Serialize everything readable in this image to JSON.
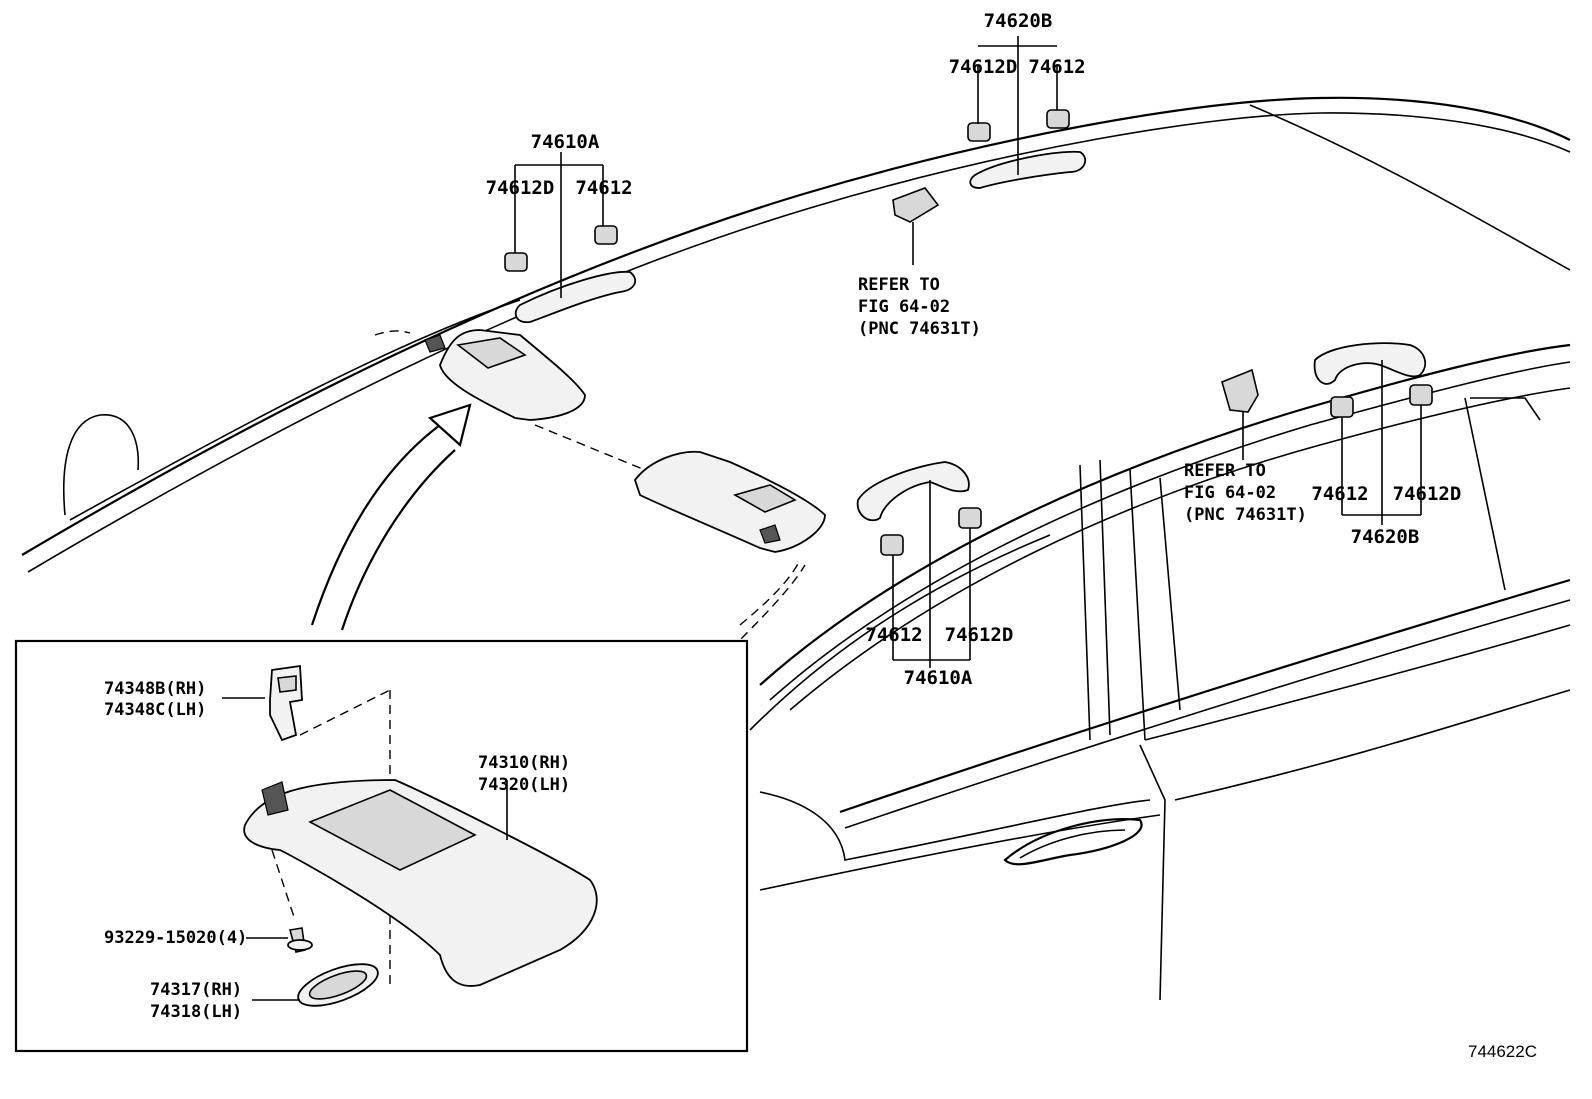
{
  "labels": {
    "top_handle_pnc": "74620B",
    "top_handle_clip_d": "74612D",
    "top_handle_clip": "74612",
    "front_handle_pnc": "74610A",
    "front_handle_clip_d": "74612D",
    "front_handle_clip": "74612",
    "refer_1_line1": "REFER TO",
    "refer_1_line2": "FIG 64-02",
    "refer_1_line3": "(PNC 74631T)",
    "refer_2_line1": "REFER TO",
    "refer_2_line2": "FIG 64-02",
    "refer_2_line3": "(PNC 74631T)",
    "rear_right_clip": "74612",
    "rear_right_clip_d": "74612D",
    "rear_right_handle_pnc": "74620B",
    "mid_clip": "74612",
    "mid_clip_d": "74612D",
    "mid_handle_pnc": "74610A",
    "holder_rh": "74348B(RH)",
    "holder_lh": "74348C(LH)",
    "visor_rh": "74310(RH)",
    "visor_lh": "74320(LH)",
    "screw": "93229-15020(4)",
    "cover_rh": "74317(RH)",
    "cover_lh": "74318(LH)",
    "figure_id": "744622C"
  }
}
